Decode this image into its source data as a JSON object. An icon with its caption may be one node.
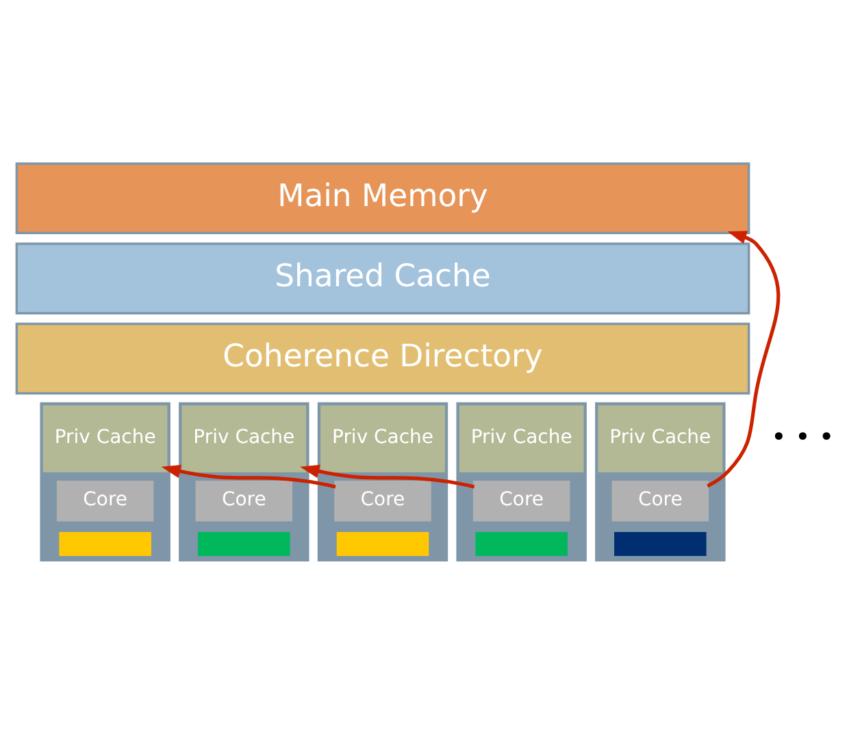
{
  "diagram": {
    "nodes": [
      {
        "text": [
          "Main Memory"
        ]
      },
      {
        "text": [
          "Shared Cache"
        ]
      },
      {
        "text": [
          "Coherence Directory"
        ]
      },
      {
        "text": [],
        "shape": "box"
      },
      {
        "text": [
          "Priv Cache"
        ],
        "in": 3
      },
      {
        "text": [
          "Core"
        ],
        "in": 3
      },
      {
        "text": [],
        "shape": "bar",
        "in": 3
      },
      {
        "text": [],
        "shape": "box"
      },
      {
        "text": [
          "Priv Cache"
        ],
        "in": 7
      },
      {
        "text": [
          "Core"
        ],
        "in": 7
      },
      {
        "text": [],
        "shape": "bar",
        "in": 7
      },
      {
        "text": [],
        "shape": "box"
      },
      {
        "text": [
          "Priv Cache"
        ],
        "in": 11
      },
      {
        "text": [
          "Core"
        ],
        "in": 11
      },
      {
        "text": [],
        "shape": "bar",
        "in": 11
      },
      {
        "text": [],
        "shape": "box"
      },
      {
        "text": [
          "Priv Cache"
        ],
        "in": 15
      },
      {
        "text": [
          "Core"
        ],
        "in": 15
      },
      {
        "text": [],
        "shape": "bar",
        "in": 15
      },
      {
        "text": [],
        "shape": "box"
      },
      {
        "text": [
          "Priv Cache"
        ],
        "in": 19
      },
      {
        "text": [
          "Core"
        ],
        "in": 19
      },
      {
        "text": [],
        "shape": "bar",
        "in": 19
      }
    ],
    "edges": [
      {
        "from": 13,
        "to": 4,
        "arrow": "to"
      },
      {
        "from": 17,
        "to": 8,
        "arrow": "to"
      },
      {
        "from": 21,
        "to": 0,
        "arrow": "to"
      }
    ],
    "labels": [
      "• • •"
    ]
  }
}
